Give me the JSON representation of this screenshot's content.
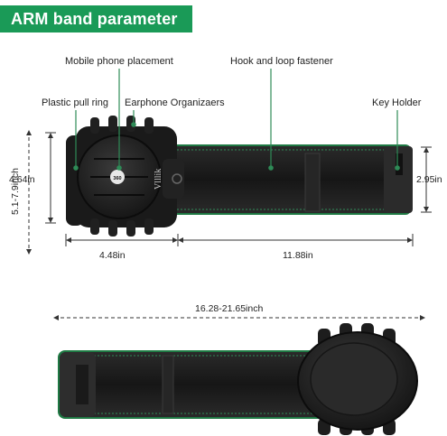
{
  "title": "ARM band parameter",
  "callouts": {
    "mobile_phone": "Mobile phone placement",
    "hook_loop": "Hook and loop fastener",
    "pull_ring": "Plastic pull ring",
    "earphone": "Earphone Organizaers",
    "key_holder": "Key Holder"
  },
  "dimensions": {
    "wrist_range": "5.1-7.9inch",
    "mount_height": "4.64in",
    "strap_height": "2.95in",
    "mount_width": "4.48in",
    "strap_length": "11.88in",
    "total_length": "16.28-21.65inch"
  },
  "brand_mark": "Vlllik",
  "logo_mark": "360",
  "colors": {
    "banner": "#1a9a57",
    "edge_trim": "#1f7a44",
    "strap": "#1c1c1c",
    "callout_line": "#2e8b57",
    "arrow": "#333333"
  }
}
